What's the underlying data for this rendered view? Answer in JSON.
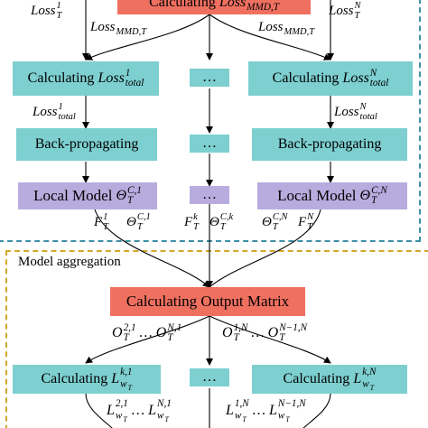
{
  "top_box": {
    "prefix": "Calculating",
    "math": "Loss_MMD,T"
  },
  "row1": {
    "left": {
      "prefix": "Calculating",
      "math": "Loss^1_total"
    },
    "mid": "…",
    "right": {
      "prefix": "Calculating",
      "math": "Loss^N_total"
    }
  },
  "row2": {
    "left": "Back-propagating",
    "mid": "…",
    "right": "Back-propagating"
  },
  "row3": {
    "left": {
      "prefix": "Local Model",
      "math": "Θ^{C,1}_T"
    },
    "mid": "…",
    "right": {
      "prefix": "Local Model",
      "math": "Θ^{C,N}_T"
    }
  },
  "labels": {
    "loss_t1": "Loss^1_T",
    "loss_mmd_left": "Loss_MMD,T",
    "loss_mmd_right": "Loss_MMD,T",
    "loss_tn": "Loss^N_T",
    "loss_total1": "Loss^1_total",
    "loss_totaln": "Loss^N_total",
    "f_t1": "F^1_T",
    "theta_c1": "Θ^{C,1}_T",
    "f_tk": "F^k_T",
    "theta_ck": "Θ^{C,k}_T",
    "theta_cn": "Θ^{C,N}_T",
    "f_tn": "F^N_T"
  },
  "section_title": "Model aggregation",
  "output_box": "Calculating  Output Matrix",
  "o_left": "O^{2,1}_T … O^{N,1}_T",
  "o_right": "O^{1,N}_T … O^{N−1,N}_T",
  "row4": {
    "left": {
      "prefix": "Calculating",
      "math": "L^{k,1}_{w_T}"
    },
    "mid": "…",
    "right": {
      "prefix": "Calculating",
      "math": "L^{k,N}_{w_T}"
    }
  },
  "l_left": "L^{2,1}_{w_T} … L^{N,1}_{w_T}",
  "l_right": "L^{1,N}_{w_T} … L^{N−1,N}_{w_T}",
  "colors": {
    "teal": "#7dcfd0",
    "red": "#f07060",
    "purple": "#b8acde",
    "dash_top": "#3d8fa8",
    "dash_bottom": "#d4a72c"
  }
}
